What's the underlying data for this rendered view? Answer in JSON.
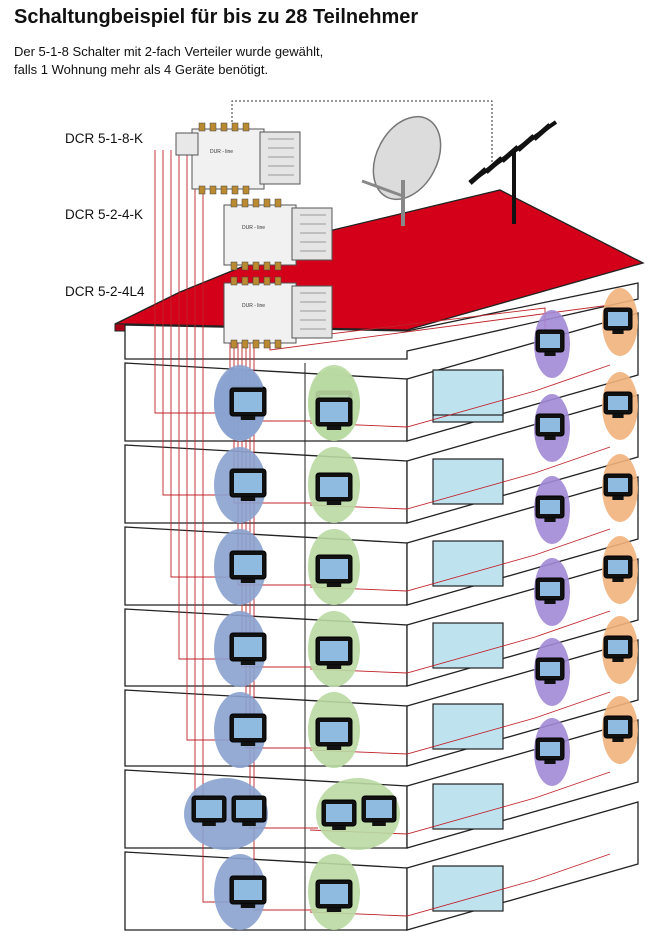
{
  "header": {
    "title": "Schaltungbeispiel für bis zu 28 Teilnehmer",
    "line1": "Der 5-1-8 Schalter mit 2-fach Verteiler wurde gewählt,",
    "line2": "falls 1 Wohnung mehr als 4 Geräte benötigt."
  },
  "labels": {
    "switch1": "DCR 5-1-8-K",
    "switch2": "DCR 5-2-4-K",
    "switch3": "DCR 5-2-4L4"
  },
  "device_brand": "DUR - line",
  "colors": {
    "roof": "#d4001a",
    "wall_front": "#ffffff",
    "wall_side": "#ffffff",
    "window": "#bfe2ef",
    "cable": "#c0242b",
    "zone_blue": "#8aa2cf",
    "zone_green": "#b9d9a2",
    "zone_purple": "#a28ad6",
    "zone_orange": "#f2b27c"
  }
}
